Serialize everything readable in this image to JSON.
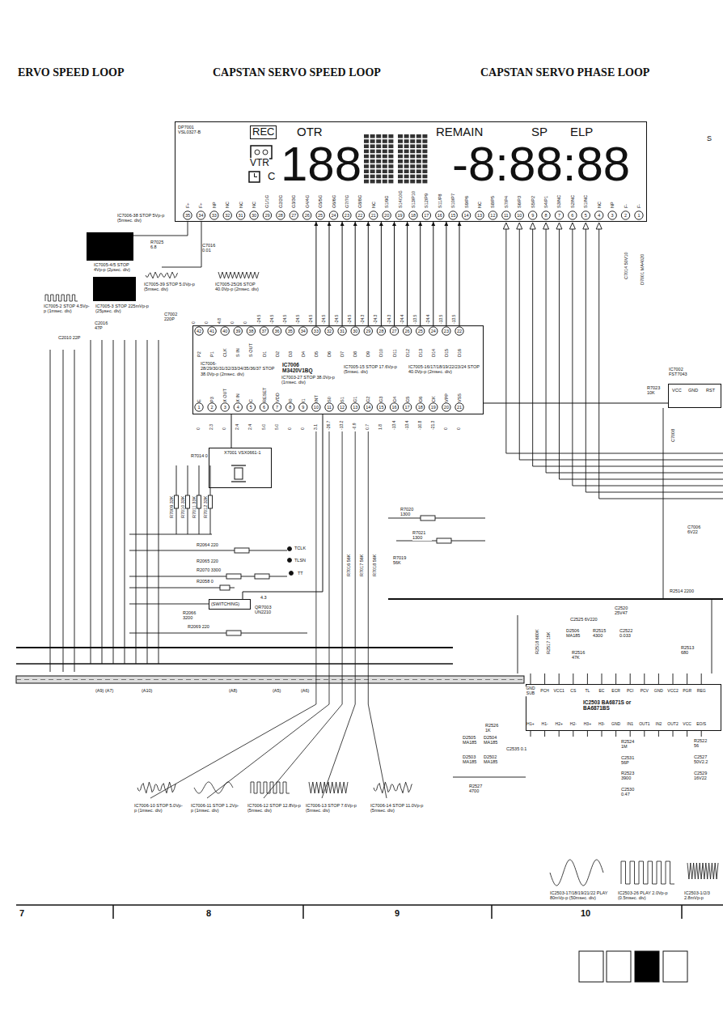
{
  "diagram": {
    "nodes": [
      {
        "text": [
          "DP7001 VSL0327-B",
          "REC",
          "OTR",
          "VTR",
          "C",
          "188",
          "-8:88:88",
          "REMAIN",
          "SP",
          "ELP"
        ]
      },
      {
        "text": [
          "IC7006 M3420V1BQ"
        ]
      },
      {
        "text": [
          "X7001 VSX0661-1"
        ]
      },
      {
        "text": [
          "(SWITCHING)",
          "QR7003 UN2210"
        ]
      },
      {
        "text": [
          "IC7002 FST7043",
          "VCC",
          "GND",
          "RST"
        ]
      },
      {
        "text": [
          "IC2503 BA6871S or BA6871BS"
        ]
      }
    ],
    "edges": [
      {
        "from": 1,
        "to": 0,
        "arrow": "to"
      },
      {
        "from": 1,
        "to": 0,
        "arrow": "to"
      },
      {
        "from": 1,
        "to": 0,
        "arrow": "to"
      },
      {
        "from": 1,
        "to": 0,
        "arrow": "to"
      },
      {
        "from": 1,
        "to": 0,
        "arrow": "to"
      },
      {
        "from": 1,
        "to": 0,
        "arrow": "to"
      },
      {
        "from": 1,
        "to": 0,
        "arrow": "to"
      },
      {
        "from": 1,
        "to": 0,
        "arrow": "to"
      },
      {
        "from": 1,
        "to": 0,
        "arrow": "to"
      },
      {
        "from": 1,
        "to": 0,
        "arrow": "to"
      },
      {
        "from": 1,
        "to": 0,
        "arrow": "to"
      },
      {
        "from": 1,
        "to": 0,
        "arrow": "to"
      },
      {
        "from": 2,
        "to": 1,
        "arrow": "none"
      },
      {
        "from": 3,
        "to": 1,
        "arrow": "none"
      },
      {
        "from": 4,
        "to": 1,
        "arrow": "none"
      }
    ],
    "labels": [
      "ERVO SPEED LOOP",
      "CAPSTAN SERVO SPEED LOOP",
      "CAPSTAN SERVO PHASE LOOP",
      "7",
      "8",
      "9",
      "10",
      "F+",
      "F+",
      "NP",
      "NC",
      "NC",
      "NC",
      "G1/1G",
      "G2/2G",
      "G3/3G",
      "G4/4G",
      "G5/5G",
      "G6/6G",
      "G7/7G",
      "G8/8G",
      "NC",
      "S1/9G",
      "S14/10G",
      "S13/P10",
      "S12/P9",
      "S11/P8",
      "S10/P7",
      "S9/P6",
      "NC",
      "S8/P5",
      "S7/P4",
      "S6/P3",
      "S5/P2",
      "S4/P1",
      "S3/NC",
      "S2/NC",
      "S1/NC",
      "NC",
      "NP",
      "F-",
      "F-",
      "35",
      "34",
      "33",
      "32",
      "31",
      "30",
      "29",
      "28",
      "27",
      "26",
      "25",
      "24",
      "23",
      "22",
      "21",
      "20",
      "19",
      "18",
      "17",
      "16",
      "15",
      "14",
      "13",
      "12",
      "11",
      "10",
      "9",
      "8",
      "7",
      "6",
      "5",
      "4",
      "3",
      "2",
      "1",
      "42",
      "41",
      "40",
      "39",
      "38",
      "37",
      "36",
      "35",
      "34",
      "33",
      "32",
      "31",
      "30",
      "29",
      "28",
      "27",
      "26",
      "25",
      "24",
      "23",
      "22",
      "P2",
      "P1",
      "CLK",
      "S IN",
      "S OUT",
      "D1",
      "D2",
      "D3",
      "D4",
      "D5",
      "D6",
      "D7",
      "D8",
      "D9",
      "D10",
      "D11",
      "D12",
      "D13",
      "D14",
      "D15",
      "D16",
      "1",
      "2",
      "3",
      "4",
      "5",
      "6",
      "7",
      "8",
      "9",
      "10",
      "11",
      "12",
      "13",
      "14",
      "15",
      "16",
      "17",
      "18",
      "19",
      "20",
      "21",
      "E",
      "P3",
      "X OUT",
      "X IN",
      "C",
      "RESET",
      "VDD",
      "I0",
      "I1",
      "INT",
      "S0",
      "S1",
      "G1",
      "G2",
      "G3",
      "G4",
      "G5",
      "G6",
      "CK",
      "VPP",
      "VSS",
      "0",
      "2.3",
      "0",
      "2.4",
      "2.4",
      "5.0",
      "5.0",
      "0",
      "0",
      "3.1",
      "-26.7",
      "-13.2",
      "-0.9",
      "0.7",
      "1.8",
      "-13.4",
      "-13.4",
      "-10.8",
      "-21.3",
      "0",
      "0",
      "0",
      "0",
      "4.8",
      "0",
      "0",
      "-24.5",
      "-24.5",
      "-24.5",
      "-24.5",
      "-24.5",
      "-24.5",
      "-24.5",
      "-24.5",
      "-24.3",
      "-24.3",
      "-24.3",
      "-24.4",
      "-13.5",
      "-24.4",
      "-13.5",
      "-13.5",
      "IC7006-38 STOP 5Vp-p (5msec. div)",
      "R7025 6.8",
      "C7016 0.01",
      "IC7005-4/5 STOP 4Vp-p (2μsec. div)",
      "IC7005-39 STOP 5.0Vp-p (5msec. div)",
      "IC7005-25/26 STOP 40.0Vp-p (2msec. div)",
      "IC7005-2 STOP 4.5Vp-p (1msec. div)",
      "IC7005-3 STOP 225mVp-p (25μsec. div)",
      "C7002 220P",
      "C2016 47P",
      "C2010 22P",
      "IC7006-28/29/30/31/32/33/34/35/36/37 STOP 38.0Vp-p (2msec. div)",
      "IC7003-27 STOP 38.0Vp-p (1msec. div)",
      "IC7005-15 STOP 17.6Vp-p (5msec. div)",
      "IC7005-16/17/18/19/22/23/24 STOP 40.0Vp-p (2msec. div)",
      "R7014 0",
      "R7009 33K",
      "R7010 33K",
      "R7011 33K",
      "R7012 33K",
      "R7020 1300",
      "R7021 1300",
      "R7016 56K",
      "R7017 56K",
      "R7018 56K",
      "R7019 56K",
      "R2064 220",
      "R2065 220",
      "R2070 3300",
      "R2058 0",
      "R2066 3200",
      "R2069 220",
      "TCLK",
      "TLSN",
      "TT",
      "4.3",
      "(A9) (A7)",
      "(A10)",
      "(A8)",
      "(A5)",
      "(A6)",
      "R7023 10K",
      "C7008",
      "C7006 6V22",
      "C7014 50V10",
      "D7001 MA4020",
      "R2514 2200",
      "C2520 25V47",
      "C2525 6V220",
      "D2506 MA185",
      "R2515 4300",
      "C2522 0.033",
      "R2516 47K",
      "R2518 680K",
      "R2517 15K",
      "R2513 680",
      "GND SUB",
      "PCH",
      "VCC1",
      "CS",
      "TL",
      "EC",
      "ECR",
      "PCI",
      "PCV",
      "GND",
      "VCC2",
      "PGR",
      "REG",
      "H1+",
      "H1-",
      "H2+",
      "H2-",
      "H3+",
      "H3-",
      "GND",
      "IN1",
      "OUT1",
      "IN2",
      "OUT2",
      "VCC",
      "EO/S",
      "R2526 1K",
      "D2505 MA185",
      "D2504 MA185",
      "D2503 MA185",
      "D2502 MA185",
      "C2535 0.1",
      "R2527 4700",
      "R2524 1M",
      "C2531 56P",
      "R2523 3900",
      "C2530 0.47",
      "R2522 56",
      "C2527 50V2.2",
      "C2529 16V22",
      "IC7006-10 STOP 5.0Vp-p (1msec. div)",
      "IC7006-11 STOP 1.2Vp-p (1msec. div)",
      "IC7006-12 STOP 12.8Vp-p (5msec. div)",
      "IC7006-13 STOP 7.6Vp-p (5msec. div)",
      "IC7006-14 STOP 11.0Vp-p (5msec. div)",
      "IC2503-17/18/19/21/22 PLAY 80mVp-p (50msec. div)",
      "IC2503-26 PLAY 2.0Vp-p (0.5msec. div)",
      "IC2503-1/2/3 2.8mVp-p",
      "S"
    ]
  }
}
